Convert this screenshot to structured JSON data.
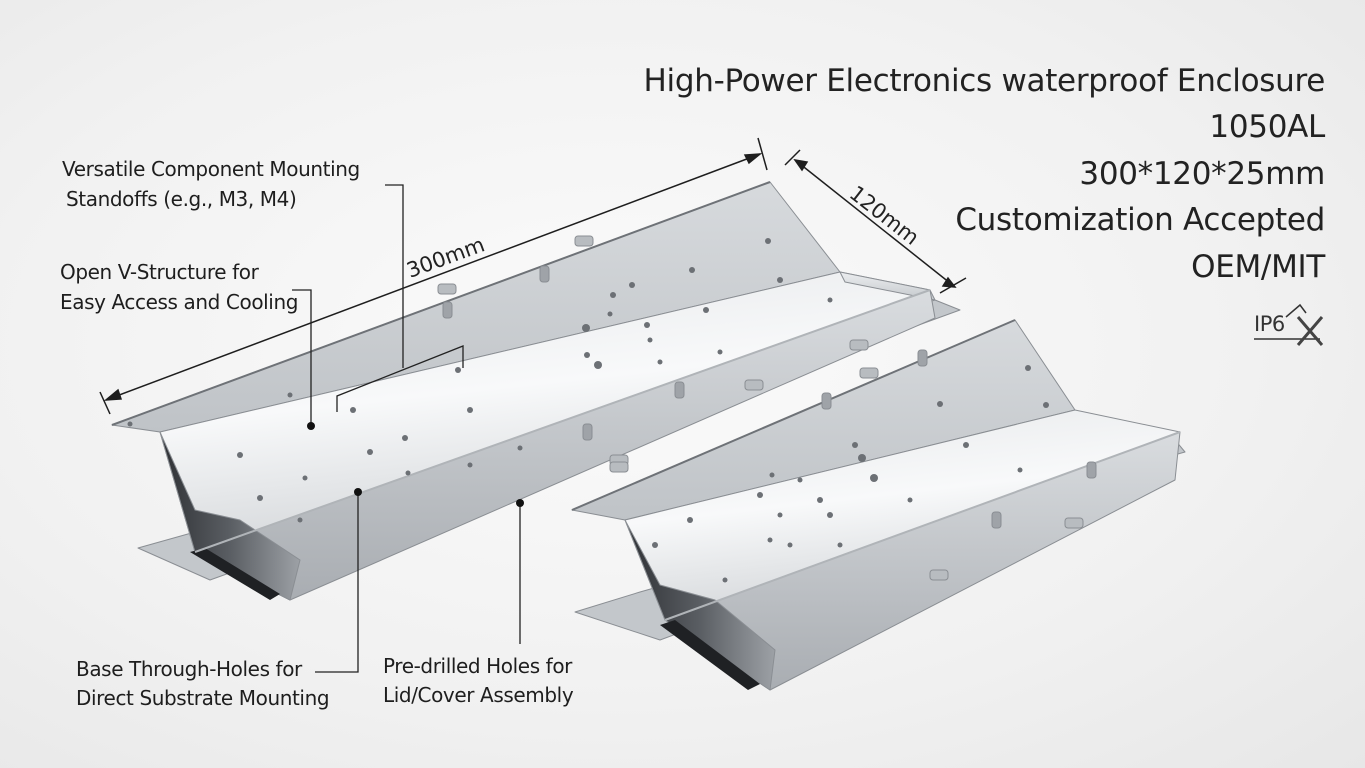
{
  "specs": {
    "title": "High-Power Electronics waterproof Enclosure",
    "material": "1050AL",
    "size": "300*120*25mm",
    "custom": "Customization Accepted",
    "oem": "OEM/MIT"
  },
  "badge": {
    "text": "IP6"
  },
  "callouts": {
    "standoffs": [
      "Versatile Component Mounting",
      "Standoffs  (e.g., M3, M4)"
    ],
    "v_structure": [
      "Open V-Structure for",
      "Easy Access and Cooling"
    ],
    "base_holes": [
      "Base Through-Holes for",
      "Direct Substrate Mounting"
    ],
    "lid_holes": [
      "Pre-drilled Holes for",
      "Lid/Cover Assembly"
    ]
  },
  "dimensions": {
    "length": "300mm",
    "width": "120mm"
  },
  "colors": {
    "text": "#222222",
    "metal_light": "#f2f4f6",
    "metal_mid": "#c9cdd2",
    "metal_dark": "#3a3d41"
  }
}
